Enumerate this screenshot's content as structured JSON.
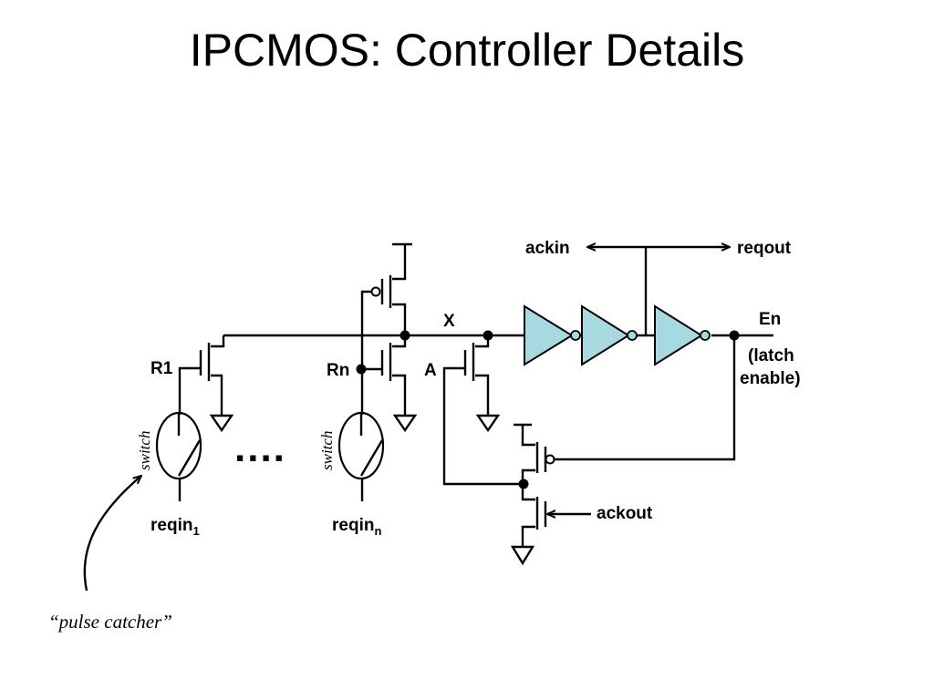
{
  "title": "IPCMOS:  Controller Details",
  "labels": {
    "ackin": "ackin",
    "reqout": "reqout",
    "x_node": "X",
    "en": "En",
    "latch_enable_1": "(latch",
    "latch_enable_2": "enable)",
    "r1": "R1",
    "rn": "Rn",
    "a": "A",
    "ackout": "ackout",
    "reqin": "reqin",
    "sub_1": "1",
    "sub_n": "n",
    "switch": "switch",
    "ellipsis": "....",
    "pulse_catcher": "“pulse catcher”"
  },
  "colors": {
    "inverter_fill": "#a8d8e0",
    "bubble_fill": "#a8d8e0",
    "wire": "#000000"
  }
}
